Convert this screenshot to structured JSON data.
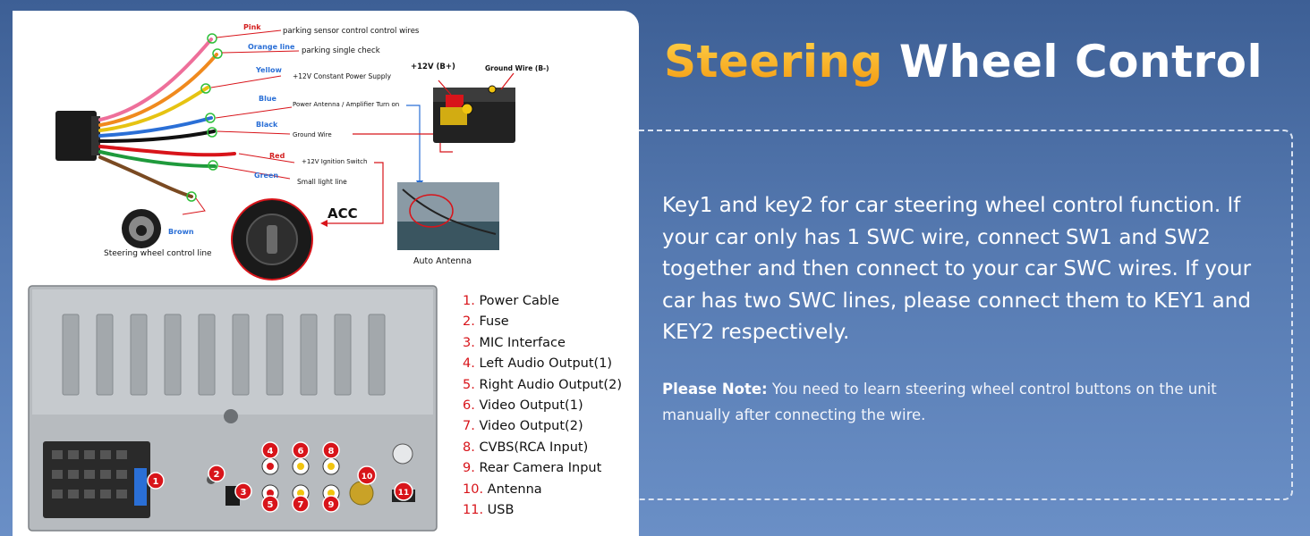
{
  "headline": {
    "accent": "Steering",
    "rest": "Wheel Control"
  },
  "wiring": {
    "wires": [
      {
        "color_label": "Pink",
        "description": "parking sensor control control wires",
        "hex": "#ee6f9a"
      },
      {
        "color_label": "Orange line",
        "description": "parking single check",
        "hex": "#f08a1e"
      },
      {
        "color_label": "Yellow",
        "description": "+12V Constant Power Supply",
        "hex": "#e6c312"
      },
      {
        "color_label": "Blue",
        "description": "Power Antenna / Amplifier Turn on",
        "hex": "#2a6fd6"
      },
      {
        "color_label": "Black",
        "description": "Ground Wire",
        "hex": "#111111"
      },
      {
        "color_label": "Red",
        "description": "+12V  Ignition Switch",
        "hex": "#d8141a"
      },
      {
        "color_label": "Green",
        "description": "Small light line",
        "hex": "#1f9a3c"
      },
      {
        "color_label": "Brown",
        "description": "Steering wheel control line",
        "hex": "#7a4a22"
      }
    ],
    "battery_positive": "+12V  (B+)",
    "battery_negative": "Ground Wire (B-)",
    "acc": "ACC",
    "antenna_caption": "Auto Antenna"
  },
  "unit_ports": [
    {
      "num": "1.",
      "label": "Power Cable"
    },
    {
      "num": "2.",
      "label": "Fuse"
    },
    {
      "num": "3.",
      "label": "MIC Interface"
    },
    {
      "num": "4.",
      "label": "Left Audio Output(1)"
    },
    {
      "num": "5.",
      "label": "Right Audio Output(2)"
    },
    {
      "num": "6.",
      "label": "Video Output(1)"
    },
    {
      "num": "7.",
      "label": "Video Output(2)"
    },
    {
      "num": "8.",
      "label": "CVBS(RCA Input)"
    },
    {
      "num": "9.",
      "label": "Rear Camera Input"
    },
    {
      "num": "10.",
      "label": "Antenna"
    },
    {
      "num": "11.",
      "label": "USB"
    }
  ],
  "port_markers": [
    "1",
    "2",
    "3",
    "4",
    "5",
    "6",
    "7",
    "8",
    "9",
    "10",
    "11"
  ],
  "info": {
    "main": "Key1 and key2 for car steering wheel control function. If your car only has 1 SWC wire, connect SW1 and SW2 together and then connect to your car SWC wires. If your car has two SWC lines, please connect them to KEY1 and KEY2 respectively.",
    "note_label": "Please Note:",
    "note_text": " You need to learn steering wheel control buttons on the unit manually after connecting the wire."
  },
  "colors": {
    "accent_orange": "#f4a21e",
    "marker_red": "#d8141a",
    "background_blue": "#4f72aa"
  }
}
